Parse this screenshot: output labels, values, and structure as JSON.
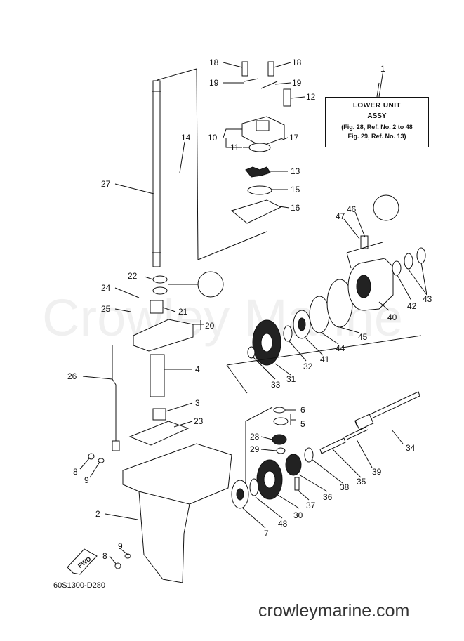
{
  "assembly_box": {
    "ref": "1",
    "title": "LOWER UNIT",
    "subtitle": "ASSY",
    "note_1": "(Fig. 28, Ref. No. 2 to 48",
    "note_2": "Fig. 29, Ref. No. 13)"
  },
  "watermark": "Crowley Marine",
  "footer_site": "crowleymarine.com",
  "drawing_code": "60S1300-D280",
  "fwd_label": "FWD",
  "callouts": [
    "18",
    "18",
    "19",
    "19",
    "12",
    "10",
    "17",
    "11",
    "13",
    "15",
    "16",
    "14",
    "27",
    "22",
    "24",
    "21",
    "25",
    "20",
    "26",
    "4",
    "3",
    "23",
    "8",
    "9",
    "2",
    "9",
    "8",
    "47",
    "46",
    "43",
    "42",
    "40",
    "45",
    "44",
    "41",
    "32",
    "31",
    "33",
    "6",
    "5",
    "28",
    "29",
    "34",
    "39",
    "35",
    "38",
    "36",
    "37",
    "30",
    "48",
    "7"
  ]
}
